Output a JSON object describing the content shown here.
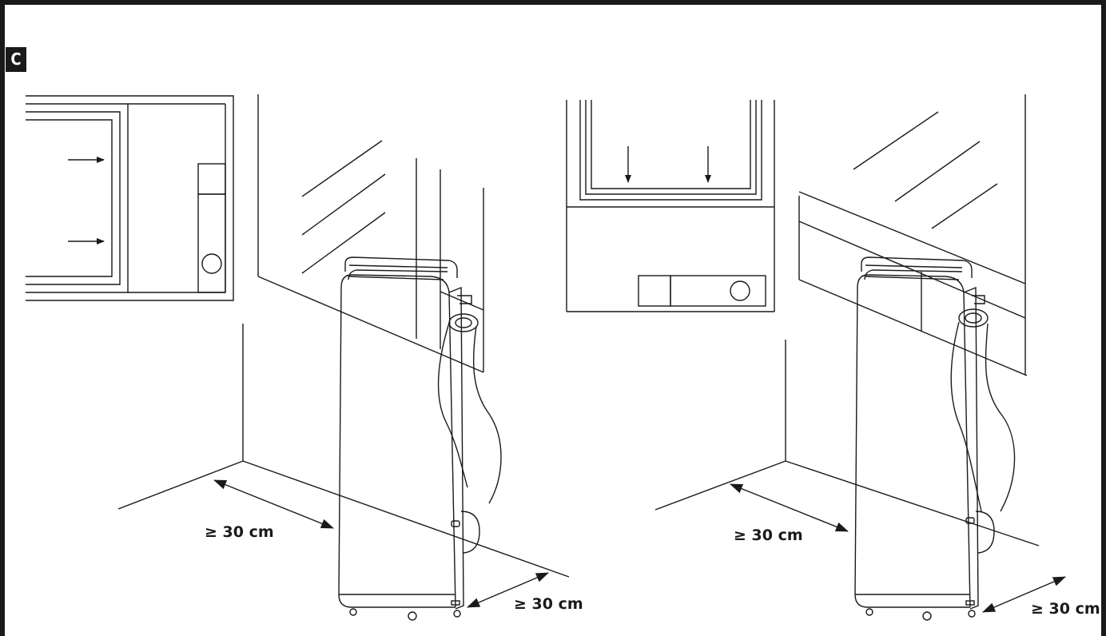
{
  "figure": {
    "label": "C",
    "clearance_labels": [
      "≥ 30 cm",
      "≥ 30 cm",
      "≥ 30 cm",
      "≥ 30 cm"
    ]
  },
  "colors": {
    "ink": "#1a1a1a",
    "paper": "#ffffff"
  }
}
